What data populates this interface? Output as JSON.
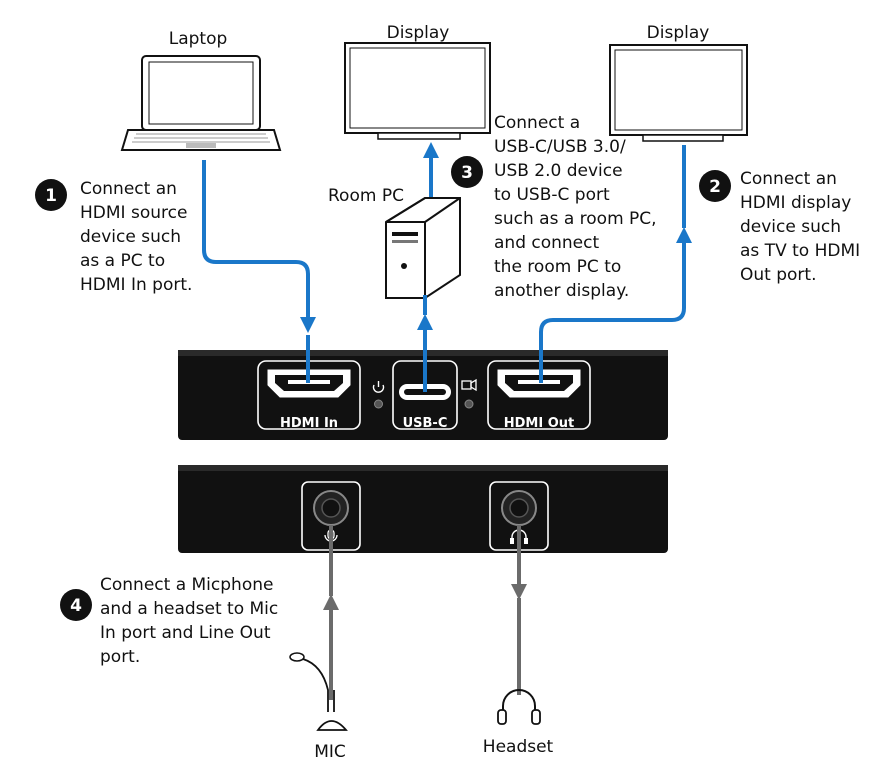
{
  "colors": {
    "cable_blue": "#1a77c9",
    "cable_gray": "#6b6b6b",
    "device_black": "#111111",
    "badge_black": "#111111"
  },
  "devices": {
    "laptop": "Laptop",
    "display_center": "Display",
    "display_right": "Display",
    "room_pc": "Room PC",
    "mic": "MIC",
    "headset": "Headset"
  },
  "ports": {
    "hdmi_in": "HDMI In",
    "usb_c": "USB-C",
    "hdmi_out": "HDMI Out"
  },
  "icons": {
    "power": "power-icon",
    "camera": "camera-icon",
    "mic_port": "mic-icon",
    "headphone_port": "headphone-icon"
  },
  "steps": [
    {
      "number": "1",
      "lines": [
        "Connect an",
        "HDMI source",
        "device such",
        "as a PC to",
        "HDMI In port."
      ]
    },
    {
      "number": "2",
      "lines": [
        "Connect an",
        "HDMI display",
        "device such",
        "as TV to HDMI",
        "Out port."
      ]
    },
    {
      "number": "3",
      "lines": [
        "Connect a",
        "USB-C/USB 3.0/",
        "USB 2.0 device",
        "to USB-C port",
        "such as a room PC,",
        "and connect",
        "the room PC to",
        "another display."
      ]
    },
    {
      "number": "4",
      "lines": [
        "Connect a Micphone",
        "and a headset to Mic",
        "In port and Line Out",
        "port."
      ]
    }
  ]
}
